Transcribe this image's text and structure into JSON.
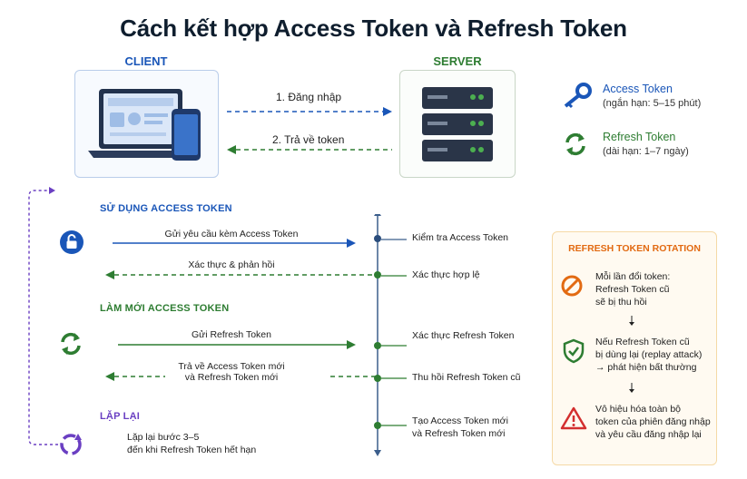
{
  "title": "Cách kết hợp Access Token và Refresh Token",
  "client_label": "CLIENT",
  "server_label": "SERVER",
  "arrows": {
    "login": "1. Đăng nhập",
    "return_token": "2. Trả về token"
  },
  "legend": {
    "access_title": "Access Token",
    "access_sub": "(ngắn hạn: 5–15 phút)",
    "refresh_title": "Refresh Token",
    "refresh_sub": "(dài hạn: 1–7 ngày)"
  },
  "sections": {
    "use": "SỬ DỤNG ACCESS TOKEN",
    "renew": "LÀM MỚI ACCESS TOKEN",
    "repeat": "LẶP LẠI"
  },
  "messages": {
    "send_access": "Gửi yêu cầu kèm Access Token",
    "auth_response": "Xác thực & phản hồi",
    "send_refresh": "Gửi Refresh Token",
    "return_new_1": "Trả về Access Token mới",
    "return_new_2": "và Refresh Token mới",
    "repeat_1": "Lặp lại bước 3–5",
    "repeat_2": "đến khi Refresh Token hết hạn"
  },
  "server_steps": {
    "check": "Kiểm tra Access Token",
    "valid": "Xác thực hợp lệ",
    "verify_refresh": "Xác thực Refresh Token",
    "revoke": "Thu hồi Refresh Token cũ",
    "create_1": "Tạo Access Token mới",
    "create_2": "và Refresh Token mới"
  },
  "rotation": {
    "title": "REFRESH TOKEN ROTATION",
    "item1": [
      "Mỗi lần đổi token:",
      "Refresh Token cũ",
      "sẽ bị thu hồi"
    ],
    "item2": [
      "Nếu Refresh Token cũ",
      "bị dùng lại (replay attack)",
      "→ phát hiện bất thường"
    ],
    "item3": [
      "Vô hiệu hóa toàn bộ",
      "token của phiên đăng nhập",
      "và yêu cầu đăng nhập lại"
    ]
  },
  "colors": {
    "blue": "#1a56b8",
    "green": "#2e7d32",
    "purple": "#6a3fc2",
    "orange": "#e26a12",
    "red": "#d32f2f"
  },
  "icons": [
    "laptop-icon",
    "phone-icon",
    "server-icon",
    "key-icon",
    "refresh-icon",
    "lock-icon",
    "sync-icon",
    "loop-icon",
    "ban-icon",
    "shield-check-icon",
    "warning-icon"
  ]
}
